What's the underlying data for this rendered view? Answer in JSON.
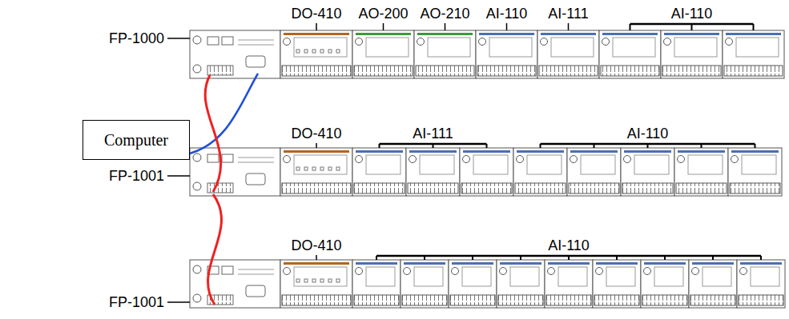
{
  "diagram": {
    "nodes": [
      {
        "text": [
          "Computer"
        ]
      }
    ],
    "labels": [
      "DO-410",
      "AO-200",
      "AO-210",
      "AI-110",
      "AI-111",
      "AI-110",
      "FP-1000",
      "DO-410",
      "AI-111",
      "AI-110",
      "FP-1001",
      "DO-410",
      "AI-110",
      "FP-1001"
    ]
  }
}
